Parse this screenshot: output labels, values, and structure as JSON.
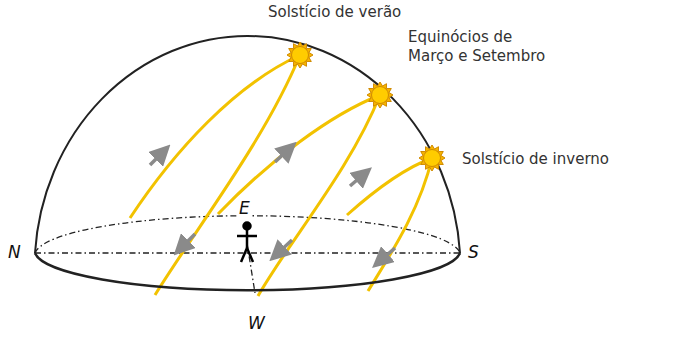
{
  "diagram": {
    "labels": [
      "Solstício de verão",
      "Equinócios de Março e Setembro",
      "Solstício de inverno",
      "N",
      "S",
      "E",
      "W"
    ]
  }
}
